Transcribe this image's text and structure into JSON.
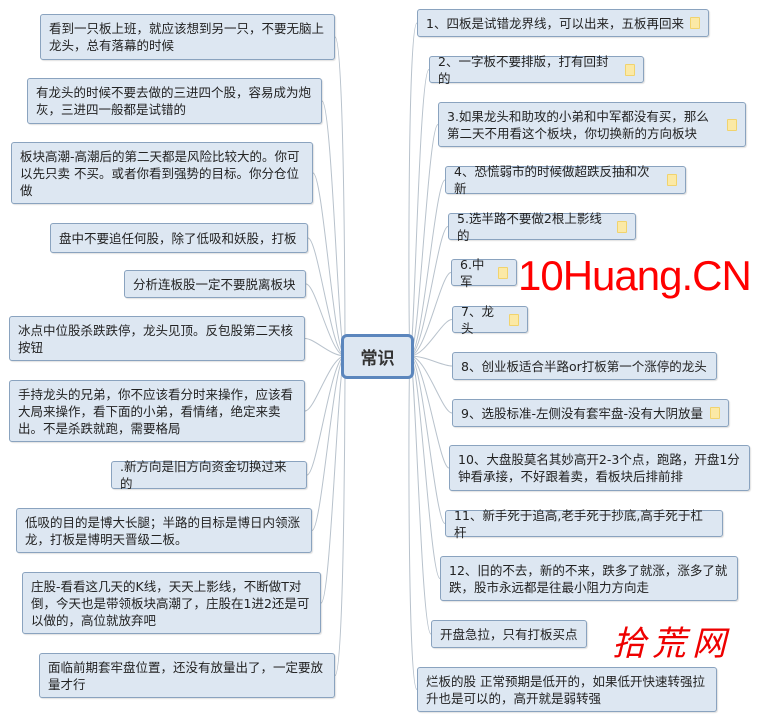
{
  "center": {
    "label": "常识"
  },
  "left_nodes": [
    {
      "text": "看到一只板上班，就应该想到另一只，不要无脑上龙头，总有落幕的时候"
    },
    {
      "text": "有龙头的时候不要去做的三进四个股，容易成为炮灰，三进四一般都是试错的"
    },
    {
      "text": "板块高潮-高潮后的第二天都是风险比较大的。你可以先只卖 不买。或者你看到强势的目标。你分仓位做"
    },
    {
      "text": "盘中不要追任何股，除了低吸和妖股，打板"
    },
    {
      "text": "分析连板股一定不要脱离板块"
    },
    {
      "text": "冰点中位股杀跌跌停，龙头见顶。反包股第二天核按钮"
    },
    {
      "text": "手持龙头的兄弟，你不应该看分时来操作，应该看大局来操作，看下面的小弟，看情绪，绝定来卖出。不是杀跌就跑，需要格局"
    },
    {
      "text": ".新方向是旧方向资金切换过来的"
    },
    {
      "text": "低吸的目的是博大长腿；半路的目标是博日内领涨龙，打板是博明天晋级二板。"
    },
    {
      "text": "庄股-看看这几天的K线，天天上影线，不断做T对倒，今天也是带领板块高潮了，庄股在1进2还是可以做的，高位就放弃吧"
    },
    {
      "text": "面临前期套牢盘位置，还没有放量出了，一定要放量才行"
    }
  ],
  "right_nodes": [
    {
      "text": "1、四板是试错龙界线，可以出来，五板再回来",
      "note": true
    },
    {
      "text": "2、一字板不要排版，打有回封的",
      "note": true
    },
    {
      "text": "3.如果龙头和助攻的小弟和中军都没有买，那么第二天不用看这个板块，你切换新的方向板块",
      "note": true
    },
    {
      "text": "4、恐慌弱市的时候做超跌反抽和次新",
      "note": true
    },
    {
      "text": "5.选半路不要做2根上影线的",
      "note": true
    },
    {
      "text": "6.中军",
      "note": true
    },
    {
      "text": "7、龙头",
      "note": true
    },
    {
      "text": "8、创业板适合半路or打板第一个涨停的龙头",
      "note": false
    },
    {
      "text": "9、选股标准-左侧没有套牢盘-没有大阴放量",
      "note": true
    },
    {
      "text": "10、大盘股莫名其妙高开2-3个点，跑路，开盘1分钟看承接，不好跟着卖，看板块后排前排",
      "note": false
    },
    {
      "text": "11、新手死于追高,老手死于抄底,高手死于杠杆",
      "note": false
    },
    {
      "text": "12、旧的不去，新的不来，跌多了就涨，涨多了就跌，股市永远都是往最小阻力方向走",
      "note": false
    },
    {
      "text": "开盘急拉，只有打板买点",
      "note": false
    },
    {
      "text": "烂板的股 正常预期是低开的，如果低开快速转强拉升也是可以的，高开就是弱转强",
      "note": false
    }
  ],
  "watermarks": [
    "10Huang.CN",
    "拾荒网"
  ],
  "colors": {
    "node_fill": "#dde7f2",
    "node_border": "#8aa3bf",
    "center_border": "#5b86bd",
    "link": "#b8c2cc",
    "watermark": "#ff0000"
  }
}
